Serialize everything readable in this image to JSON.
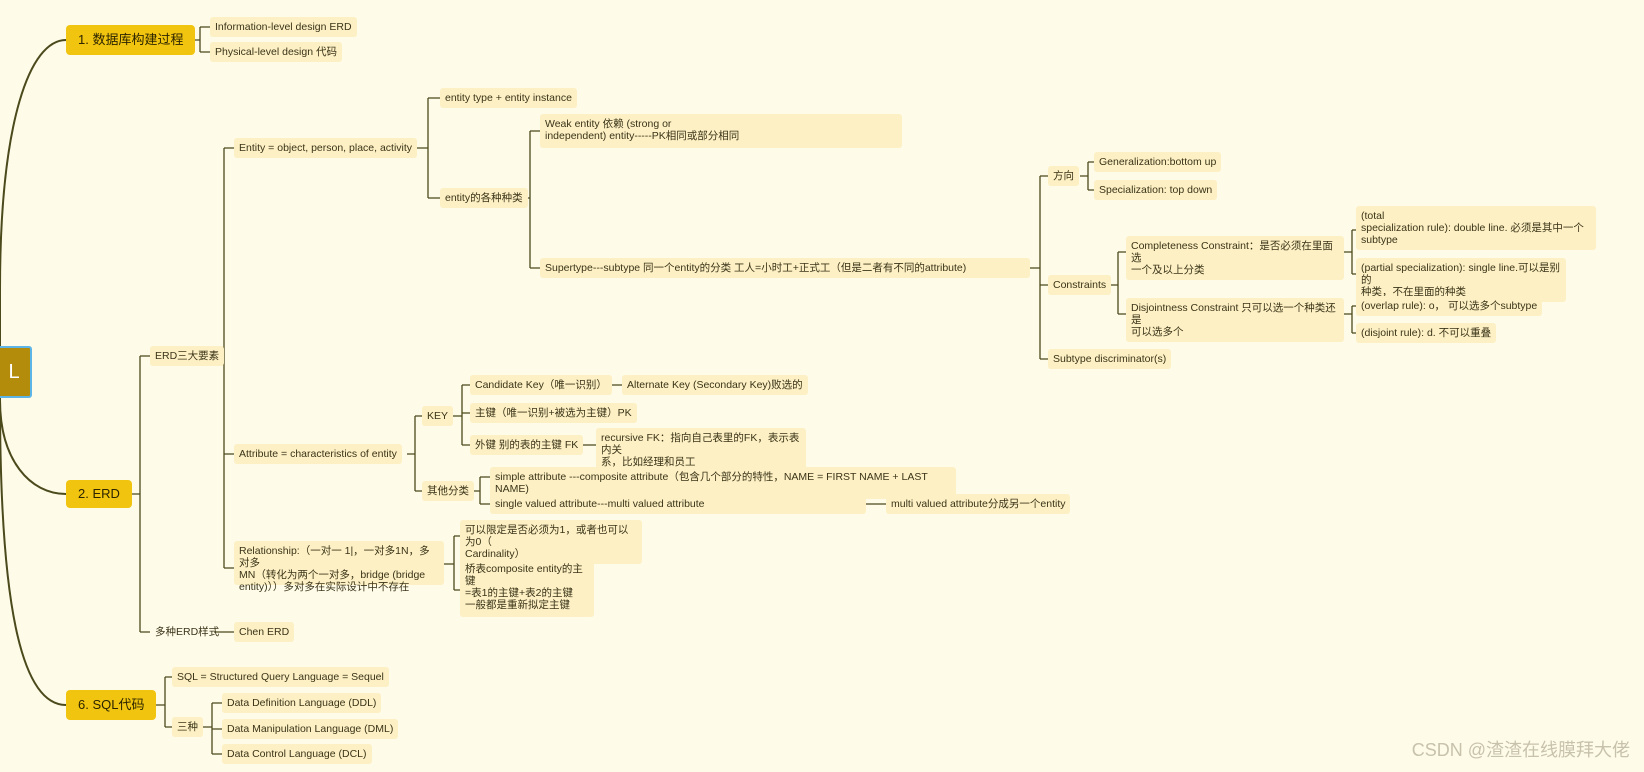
{
  "root": {
    "label": "L"
  },
  "sec1": {
    "title": "1. 数据库构建过程",
    "info": "Information-level design  ERD",
    "phys": "Physical-level design 代码"
  },
  "sec2": {
    "title": "2. ERD",
    "three": "ERD三大要素",
    "entity": "Entity = object, person, place, activity",
    "entity_type": "entity type  + entity instance",
    "entity_kinds": "entity的各种种类",
    "weak": "Weak entity 依赖 (strong or\nindependent) entity-----PK相同或部分相同",
    "supertype": "Supertype---subtype  同一个entity的分类  工人=小时工+正式工（但是二者有不同的attribute)",
    "direction": "方向",
    "generalization": "Generalization:bottom up",
    "specialization": "Specialization: top down",
    "constraints": "Constraints",
    "completeness": "Completeness Constraint：是否必须在里面选\n一个及以上分类",
    "total": "(total\nspecialization rule): double line. 必须是其中一个\nsubtype",
    "partial": "(partial specialization): single line.可以是别的\n种类，不在里面的种类",
    "disjointness": "Disjointness Constraint 只可以选一个种类还是\n可以选多个",
    "overlap": "(overlap rule): o，  可以选多个subtype",
    "disjoint": "(disjoint rule): d. 不可以重叠",
    "discriminator": "Subtype discriminator(s)",
    "attribute": "Attribute = characteristics of entity",
    "key": "KEY",
    "candidate": "Candidate Key（唯一识别）",
    "alternate": "Alternate Key (Secondary Key)败选的",
    "primary": "主键（唯一识别+被选为主键）PK",
    "foreign": "外键 别的表的主键  FK",
    "recursive": "recursive FK：指向自己表里的FK，表示表内关\n系，比如经理和员工",
    "other": "其他分类",
    "simple": "simple attribute ---composite attribute（包含几个部分的特性，NAME = FIRST NAME + LAST NAME)",
    "single": "single valued attribute---multi valued attribute",
    "multi": "multi valued attribute分成另一个entity",
    "relationship": "Relationship:（一对一 1|，一对多1N，多对多\nMN（转化为两个一对多，bridge (bridge\nentity)））多对多在实际设计中不存在",
    "cardinality": "可以限定是否必须为1，或者也可以为0（\nCardinality）",
    "bridge": "桥表composite entity的主键\n=表1的主键+表2的主键\n一般都是重新拟定主键",
    "styles": "多种ERD样式",
    "chen": "Chen ERD"
  },
  "sec6": {
    "title": "6. SQL代码",
    "sql": "SQL = Structured Query Language = Sequel",
    "three": "三种",
    "ddl": "Data Definition Language (DDL)",
    "dml": "Data Manipulation Language (DML)",
    "dcl": "Data Control Language (DCL)"
  },
  "watermark": "CSDN @渣渣在线膜拜大佬"
}
